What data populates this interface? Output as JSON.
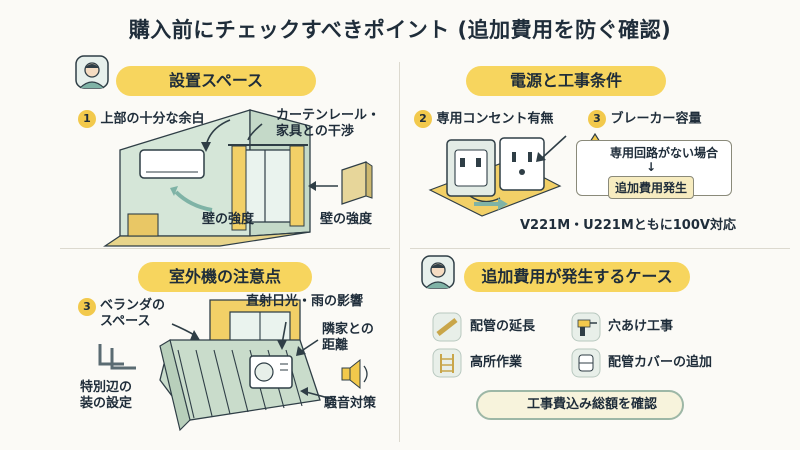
{
  "title": "購入前にチェックすべきポイント (追加費用を防ぐ確認)",
  "sections": {
    "space": {
      "heading": "設置スペース",
      "point1_num": "1",
      "point1": "上部の十分な余白",
      "curtain": "カーテンレール・\n家具との干渉",
      "wall1": "壁の強度",
      "wall2": "壁の強度"
    },
    "power": {
      "heading": "電源と工事条件",
      "point2_num": "2",
      "point2": "専用コンセント有無",
      "point3_num": "3",
      "point3": "ブレーカー容量",
      "warn": "専用回路がない場合",
      "warn_arrow": "↓",
      "cost": "追加費用発生",
      "model_note": "V221M・U221Mともに100V対応"
    },
    "outdoor": {
      "heading": "室外機の注意点",
      "point_num": "3",
      "veranda": "ベランダの\nスペース",
      "sunlight": "直射日光・雨の影響",
      "neighbor": "隣家との\n距離",
      "special": "特別辺の\n装の設定",
      "noise": "騒音対策"
    },
    "cases": {
      "heading": "追加費用が発生するケース",
      "items": [
        "配管の延長",
        "穴あけ工事",
        "高所作業",
        "配管カバーの追加"
      ],
      "confirm": "工事費込み総額を確認"
    }
  },
  "colors": {
    "accent_yellow": "#f7d55e",
    "wall_green": "#c9dccb",
    "outline": "#2f3e46"
  }
}
